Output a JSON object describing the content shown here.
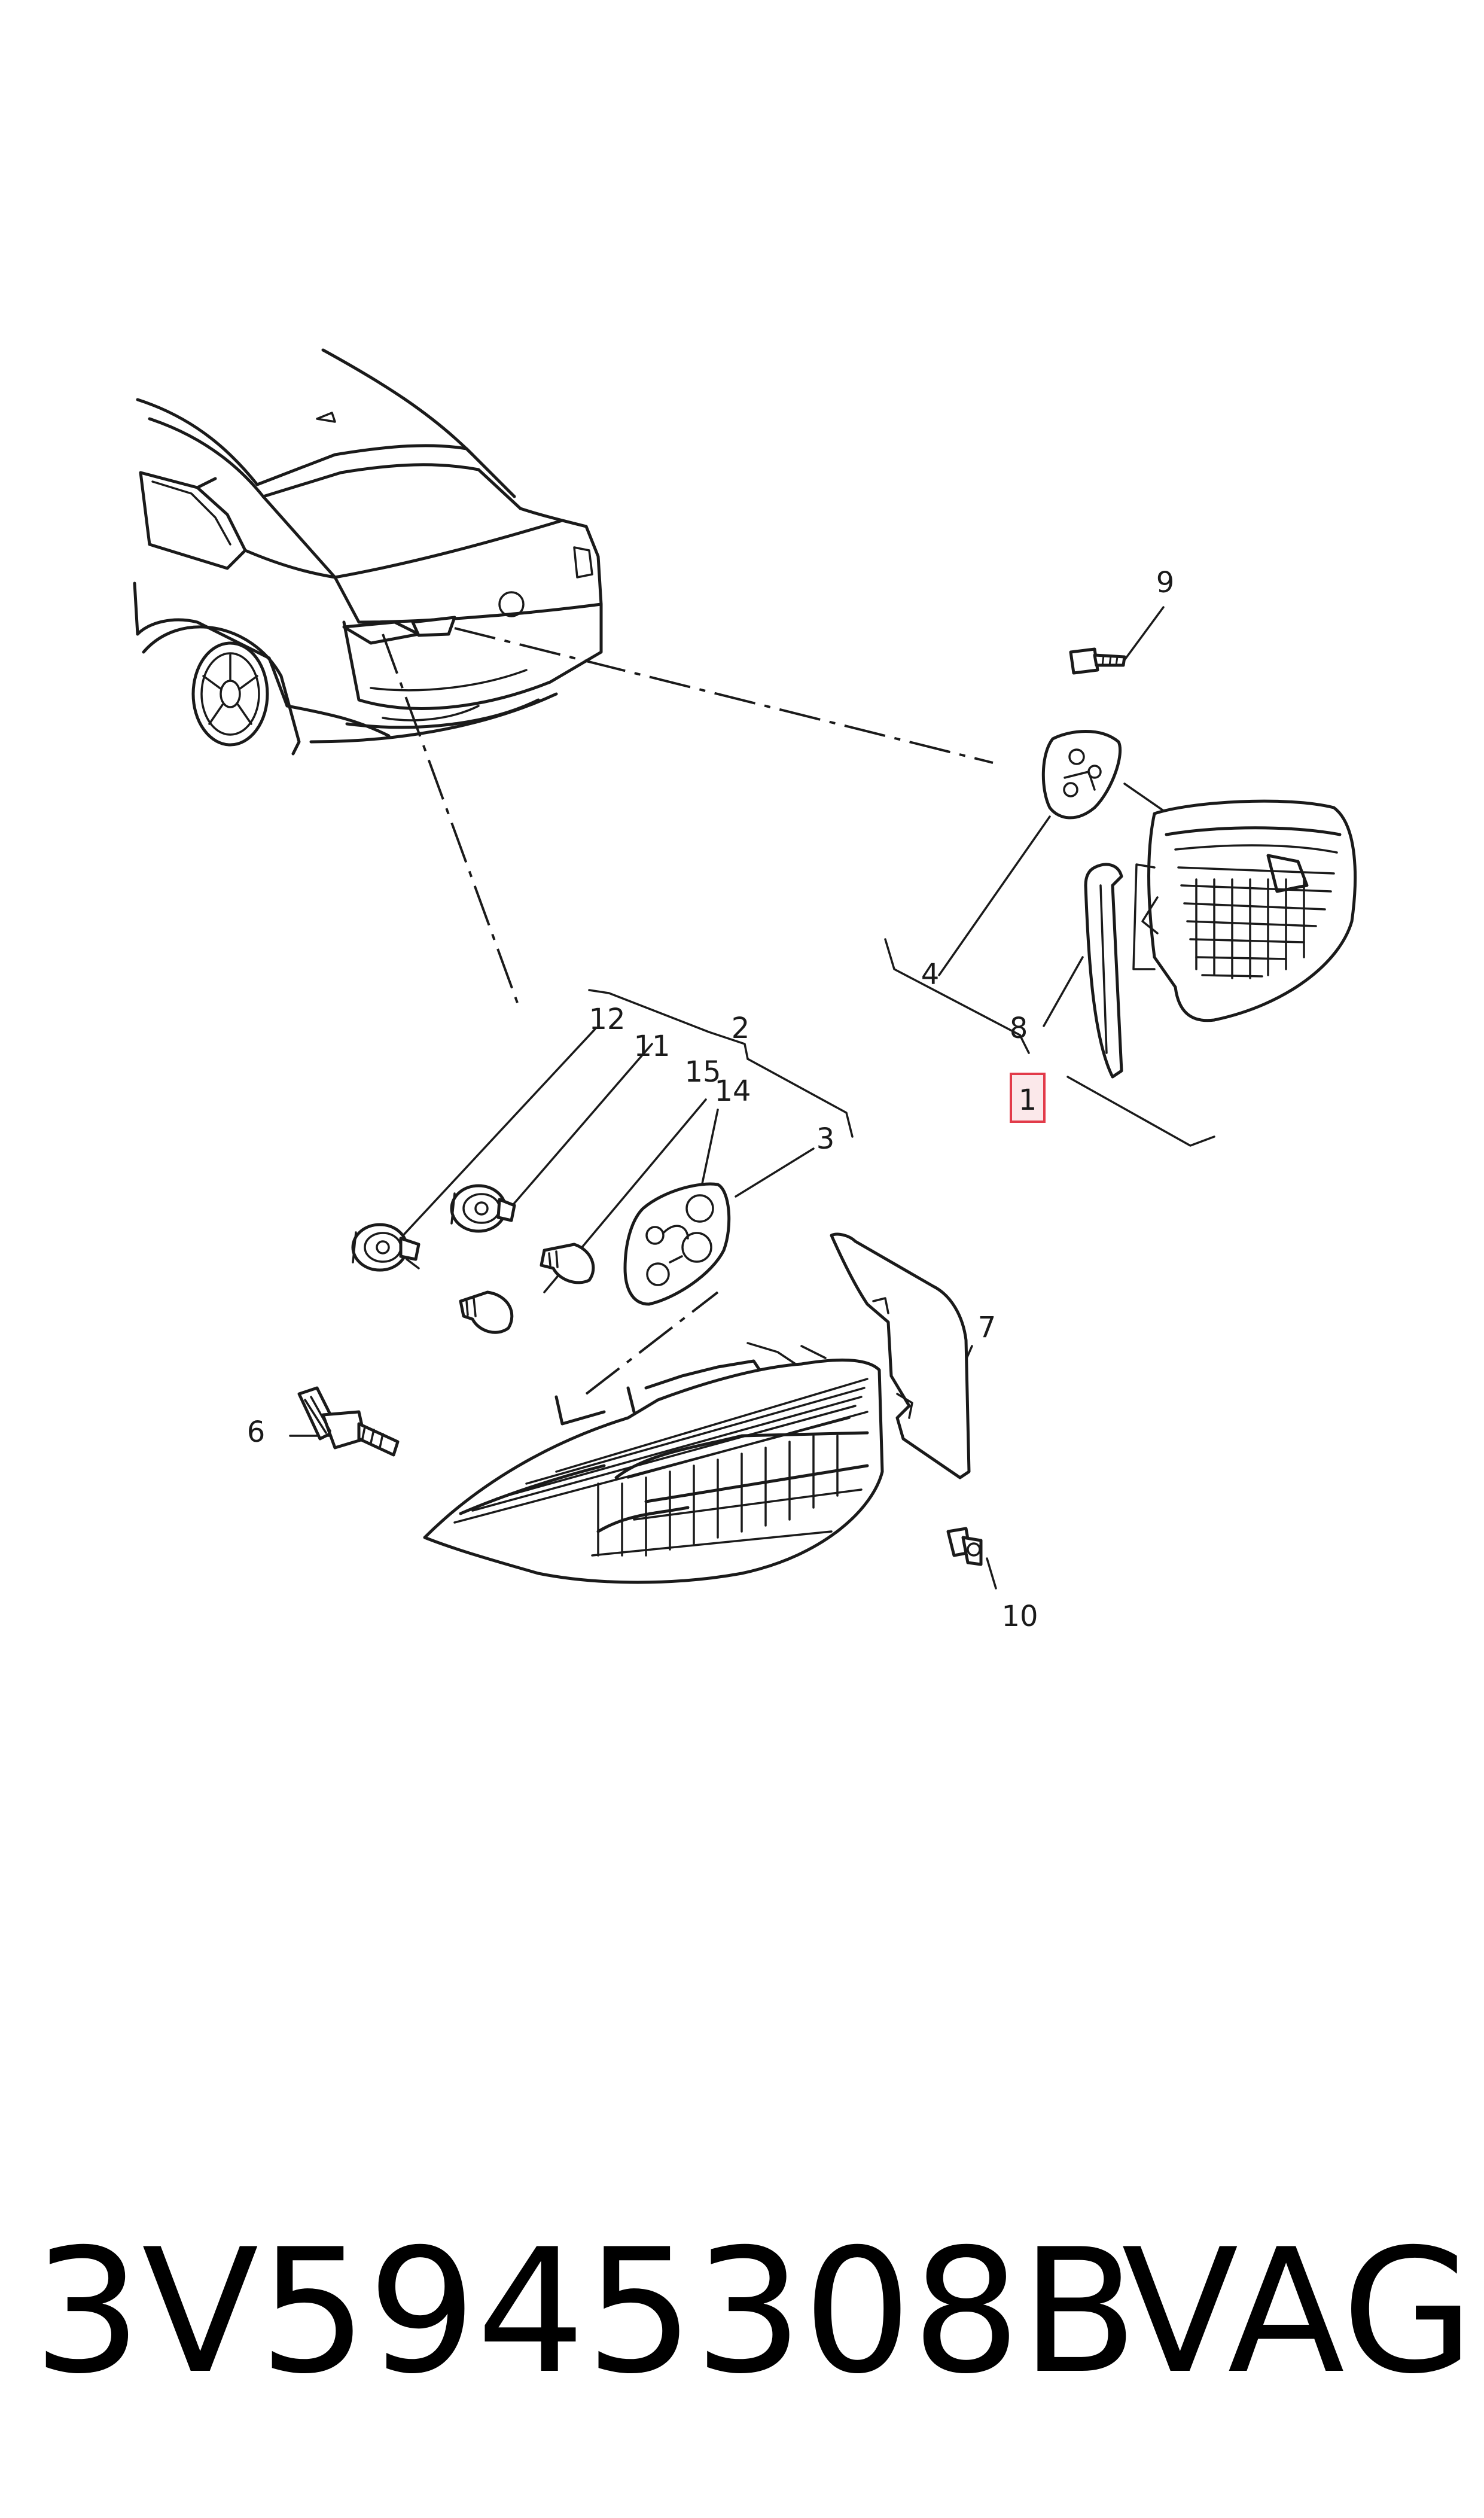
{
  "diagram": {
    "callouts": [
      {
        "id": "1",
        "label": "1",
        "highlighted": true
      },
      {
        "id": "2",
        "label": "2"
      },
      {
        "id": "3",
        "label": "3"
      },
      {
        "id": "4",
        "label": "4"
      },
      {
        "id": "6",
        "label": "6"
      },
      {
        "id": "7",
        "label": "7"
      },
      {
        "id": "8",
        "label": "8"
      },
      {
        "id": "9",
        "label": "9"
      },
      {
        "id": "10",
        "label": "10"
      },
      {
        "id": "11",
        "label": "11"
      },
      {
        "id": "12",
        "label": "12"
      },
      {
        "id": "14",
        "label": "14"
      },
      {
        "id": "15",
        "label": "15"
      }
    ],
    "highlight_color": "#e23b4a",
    "line_color": "#1a1a1a"
  },
  "footer": {
    "part_number": "3V5945308B",
    "brand": "VAG"
  }
}
